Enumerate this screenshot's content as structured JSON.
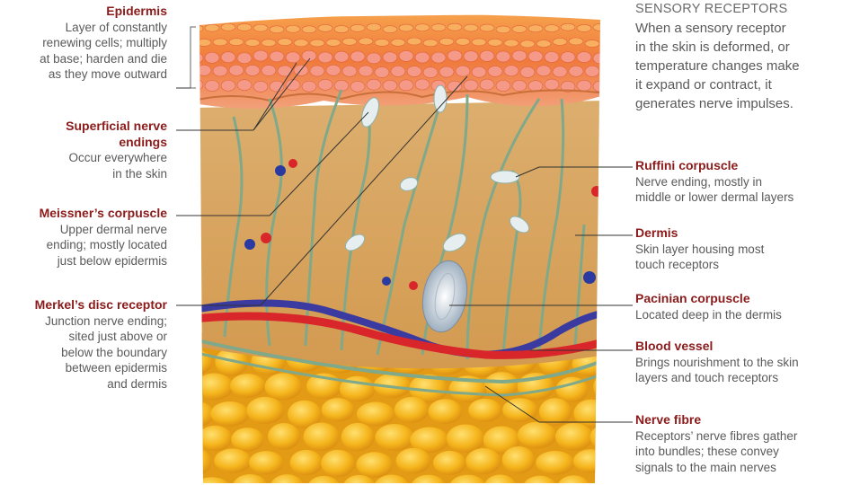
{
  "callout": {
    "title": "SENSORY RECEPTORS",
    "text": "When a sensory receptor\nin the skin is deformed, or\ntemperature changes make\nit expand or contract, it\ngenerates nerve impulses."
  },
  "left_labels": [
    {
      "title": "Epidermis",
      "text": "Layer of constantly\nrenewing cells; multiply\nat base; harden and die\nas they move outward"
    },
    {
      "title": "Superficial nerve\nendings",
      "text": "Occur everywhere\nin the skin"
    },
    {
      "title": "Meissner’s corpuscle",
      "text": "Upper dermal nerve\nending; mostly located\njust below epidermis"
    },
    {
      "title": "Merkel’s disc receptor",
      "text": "Junction nerve ending;\nsited just above or\nbelow the boundary\nbetween epidermis\nand dermis"
    }
  ],
  "right_labels": [
    {
      "title": "Ruffini corpuscle",
      "text": "Nerve ending, mostly in\nmiddle or lower dermal layers"
    },
    {
      "title": "Dermis",
      "text": "Skin layer housing most\ntouch receptors"
    },
    {
      "title": "Pacinian corpuscle",
      "text": "Located deep in the dermis"
    },
    {
      "title": "Blood vessel",
      "text": "Brings nourishment to the skin\nlayers and touch receptors"
    },
    {
      "title": "Nerve fibre",
      "text": "Receptors’ nerve fibres gather\ninto bundles; these convey\nsignals to the main nerves"
    }
  ],
  "colors": {
    "label_title": "#8b1a1a",
    "label_text": "#5a5a5a",
    "epidermis": "#f07a3c",
    "dermis": "#d9a55a",
    "fat": "#f2b21d",
    "vein": "#3a3aa0",
    "artery": "#d9262b",
    "nerve": "#7fa98a"
  }
}
